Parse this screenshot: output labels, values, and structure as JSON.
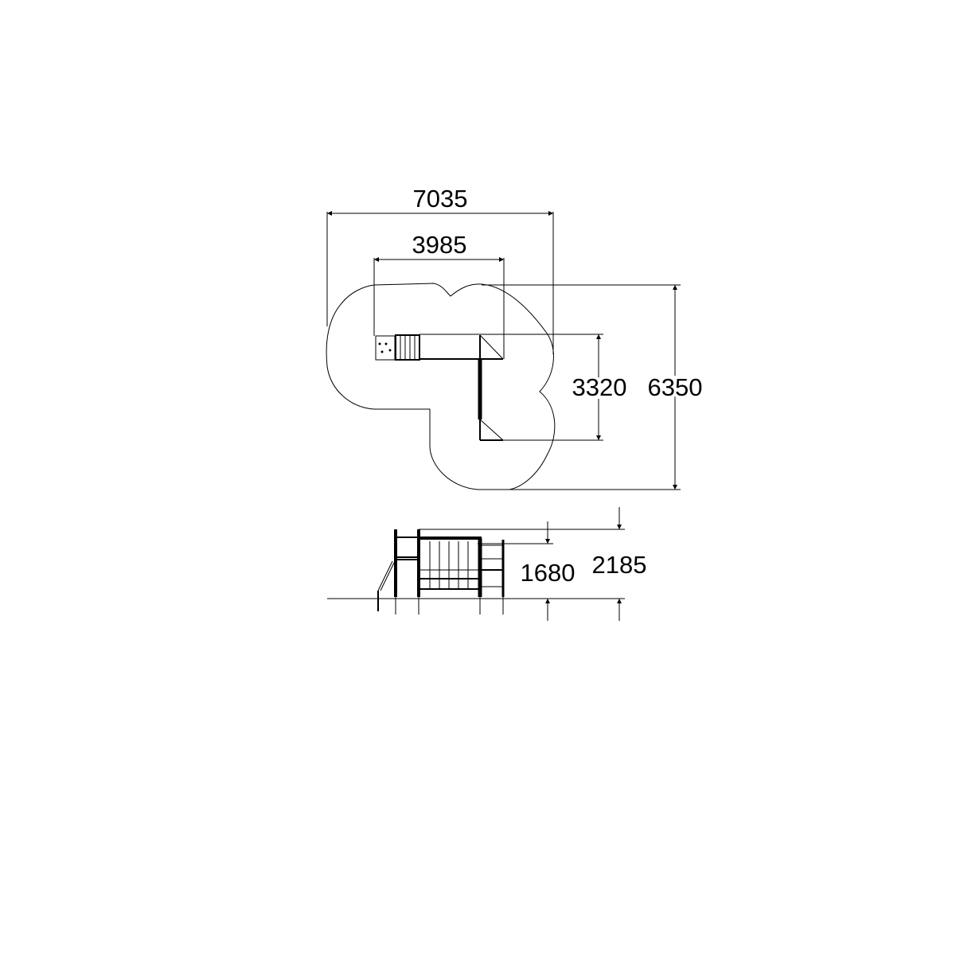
{
  "drawing": {
    "plan_view": {
      "dimensions": {
        "overall_width": "7035",
        "inner_width": "3985",
        "inner_depth": "3320",
        "overall_depth": "6350"
      }
    },
    "elevation_view": {
      "dimensions": {
        "platform_height": "1680",
        "overall_height": "2185"
      }
    },
    "line_color": "#000000",
    "background_color": "#ffffff"
  }
}
